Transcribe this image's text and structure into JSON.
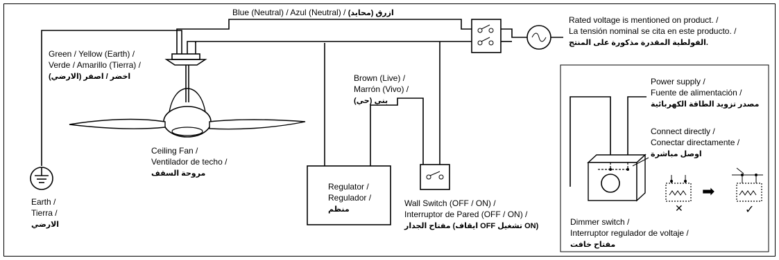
{
  "wires": {
    "blue": [
      "Blue (Neutral) / Azul (Neutral) / ",
      "ازرق (محايد)"
    ],
    "green": [
      "Green / Yellow (Earth) /",
      "Verde / Amarillo (Tierra) /",
      "اخضر / اصفر (الارضي)"
    ],
    "brown": [
      "Brown (Live) /",
      "Marrón (Vivo) /",
      "بني (حي)"
    ]
  },
  "fan": [
    "Ceiling Fan /",
    "Ventilador de techo /",
    "مروحة السقف"
  ],
  "earth": [
    "Earth /",
    "Tierra /",
    "الارضي"
  ],
  "regulator": [
    "Regulator /",
    "Regulador /",
    "منظم"
  ],
  "wall_switch": [
    "Wall Switch (OFF / ON) /",
    "Interruptor de Pared (OFF / ON) /",
    "مفتاح الجدار (ايقاف OFF تشغيل ON)"
  ],
  "rated_voltage": [
    "Rated voltage is mentioned on product. /",
    "La tensión nominal se cita en este producto. /",
    "الفولطية المقدرة مذكورة على المنتج."
  ],
  "inset": {
    "power_supply": [
      "Power supply /",
      "Fuente de alimentación /",
      "مصدر تزويد الطاقة الكهربائية"
    ],
    "connect": [
      "Connect directly /",
      "Conectar directamente /",
      "اوصل مباشرة"
    ],
    "dimmer": [
      "Dimmer switch /",
      "Interruptor regulador de voltaje /",
      "مفتاح خافت"
    ],
    "wrong_mark": "✕",
    "right_mark": "✓",
    "arrow": "➡"
  }
}
